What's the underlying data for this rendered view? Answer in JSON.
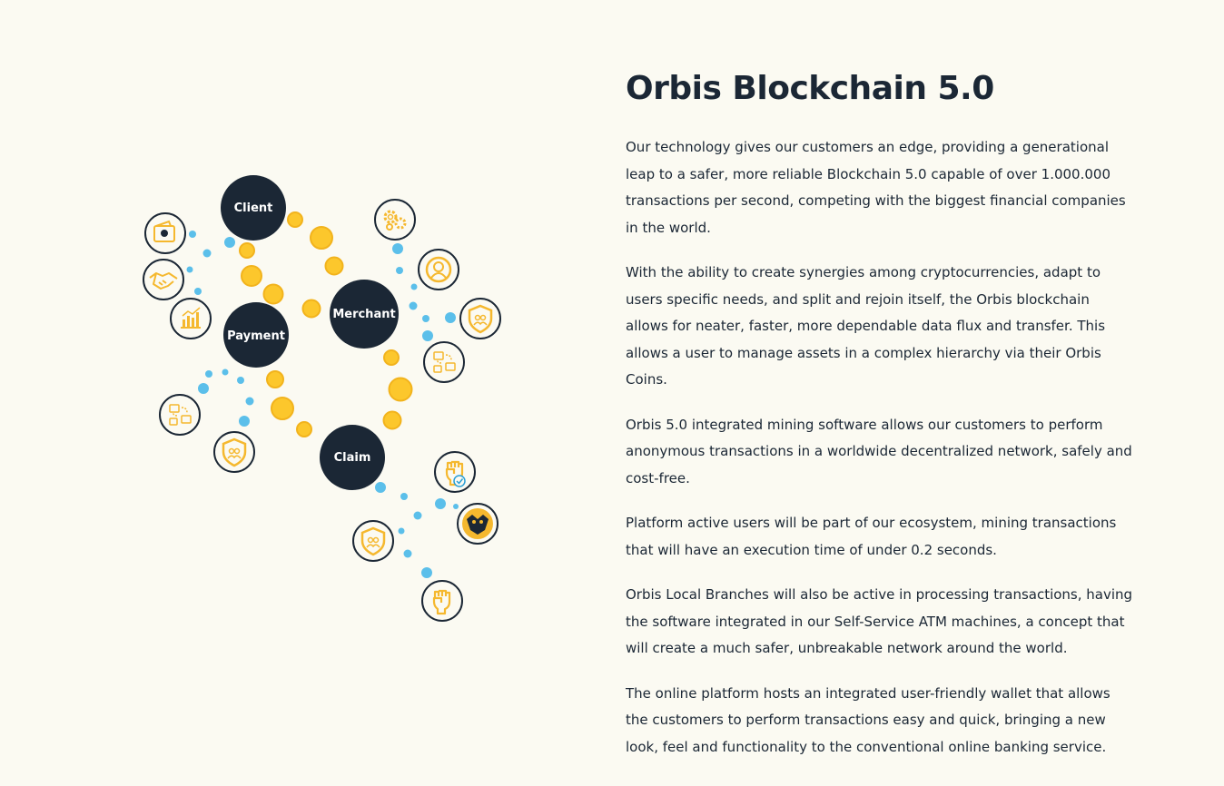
{
  "article": {
    "title": "Orbis Blockchain 5.0",
    "paragraphs": [
      "Our technology gives our customers an edge, providing a generational leap to a safer, more reliable Blockchain 5.0 capable of over 1.000.000 transactions per second, competing with the biggest financial companies in the world.",
      "With the ability to create synergies among cryptocurrencies, adapt to users specific needs, and split and rejoin itself, the Orbis blockchain allows for neater, faster, more dependable data flux and transfer. This allows a user to manage assets in a complex hierarchy via their Orbis Coins.",
      "Orbis 5.0 integrated mining software allows our customers to perform anonymous transactions in a worldwide decentralized network, safely and cost-free.",
      "Platform active users will be part of our ecosystem, mining transactions that will have an execution time of under 0.2 seconds.",
      "Orbis Local Branches will also be active in processing transactions, having the software integrated in our Self-Service ATM machines, a concept that will create a much safer, unbreakable network around the world.",
      "The online platform hosts an integrated user-friendly wallet that allows the customers to perform transactions easy and quick, bringing a new look, feel and functionality to the conventional online banking service."
    ]
  },
  "diagram": {
    "nodes": {
      "client": "Client",
      "merchant": "Merchant",
      "payment": "Payment",
      "claim": "Claim"
    },
    "colors": {
      "node": "#1b2735",
      "coin": "#fcc72c",
      "dot": "#5bbfea",
      "icon": "#f5b82e"
    },
    "icons": [
      "wallet-icon",
      "handshake-icon",
      "bar-chart-icon",
      "gears-icon",
      "user-icon",
      "shield-users-icon",
      "wallets-exchange-icon",
      "fist-check-icon",
      "owl-logo-icon",
      "fist-icon"
    ]
  }
}
